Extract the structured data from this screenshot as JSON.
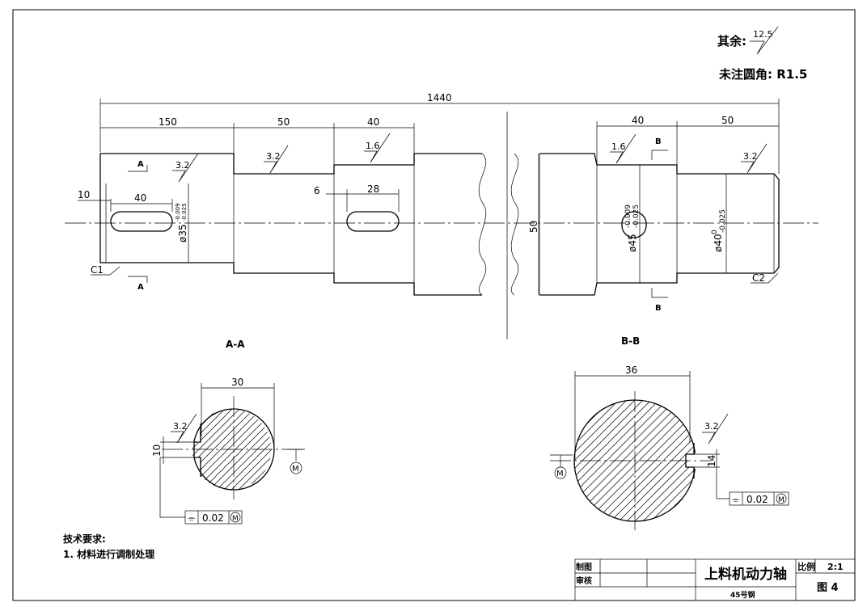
{
  "notes": {
    "surface_prefix": "其余:",
    "surface_default": "12.5",
    "fillet_note": "未注圆角: R1.5"
  },
  "dims": {
    "total": "1440",
    "d150": "150",
    "d50_left": "50",
    "d40_mid": "40",
    "d40_right": "40",
    "d50_right": "50",
    "d10": "10",
    "d40_key": "40",
    "d6": "6",
    "d28": "28",
    "dia_50": "50",
    "dia_35": "ø35",
    "dia_35_tol_upper": "-0.009",
    "dia_35_tol_lower": "-0.025",
    "dia_45": "ø45",
    "dia_45_tol_upper": "-0.009",
    "dia_45_tol_lower": "-0.025",
    "dia_40": "ø40",
    "dia_40_tol_upper": "0",
    "dia_40_tol_lower": "-0.025",
    "chamfer_left": "C1",
    "chamfer_right": "C2",
    "sec_a_width": "30",
    "sec_a_key": "10",
    "sec_b_width": "36",
    "sec_b_key": "14"
  },
  "roughness": {
    "r1": "3.2",
    "r2": "3.2",
    "r3": "1.6",
    "r4": "1.6",
    "r5": "3.2",
    "r6": "3.2",
    "r7": "3.2"
  },
  "sections": {
    "mark_a": "A",
    "mark_b": "B",
    "title_a": "A-A",
    "title_b": "B-B"
  },
  "tolerance": {
    "symbol": "⌯",
    "value": "0.02",
    "modifier": "M",
    "datum": "M"
  },
  "tech": {
    "heading": "技术要求:",
    "item1": "1. 材料进行调制处理"
  },
  "title_block": {
    "drawn_label": "制图",
    "checked_label": "审核",
    "part_name": "上料机动力轴",
    "scale_label": "比例",
    "scale_value": "2:1",
    "sheet": "图 4",
    "material": "45号钢"
  }
}
